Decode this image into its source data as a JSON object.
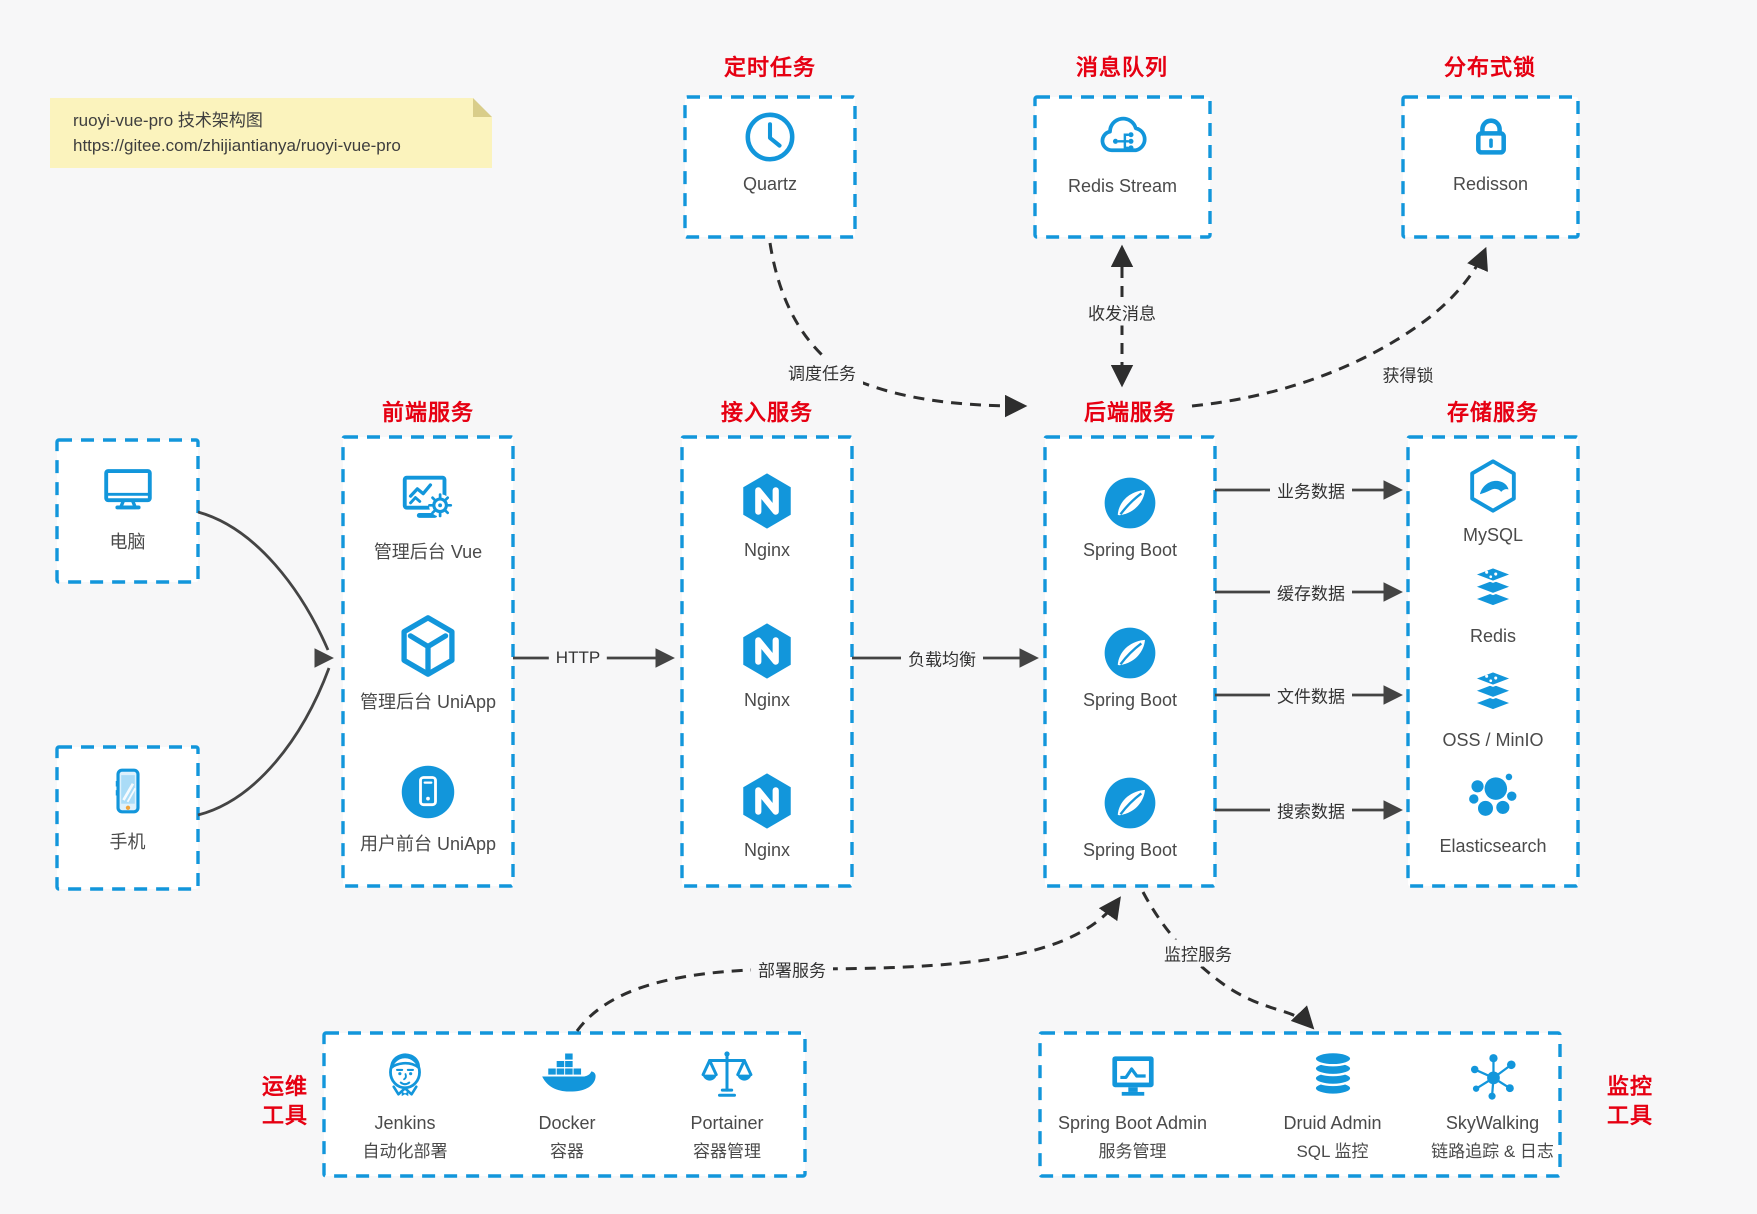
{
  "note": {
    "line1": "ruoyi-vue-pro 技术架构图",
    "line2": "https://gitee.com/zhijiantianya/ruoyi-vue-pro"
  },
  "colors": {
    "accent_blue": "#1296db",
    "title_red": "#e60012",
    "note_yellow": "#fbf3bd",
    "arrow_gray": "#444444",
    "arrow_black": "#2e2e2e",
    "background": "#f7f7f8",
    "box_fill": "#ffffff"
  },
  "top_groups": {
    "scheduler": {
      "title": "定时任务",
      "item": {
        "label": "Quartz",
        "icon": "clock-icon"
      }
    },
    "mq": {
      "title": "消息队列",
      "item": {
        "label": "Redis Stream",
        "icon": "cloud-stream-icon"
      }
    },
    "lock": {
      "title": "分布式锁",
      "item": {
        "label": "Redisson",
        "icon": "lock-icon"
      }
    }
  },
  "clients": {
    "pc": {
      "label": "电脑",
      "icon": "desktop-icon"
    },
    "mobile": {
      "label": "手机",
      "icon": "mobile-icon"
    }
  },
  "columns": {
    "frontend": {
      "title": "前端服务",
      "items": [
        {
          "label": "管理后台 Vue",
          "icon": "admin-vue-icon"
        },
        {
          "label": "管理后台 UniApp",
          "icon": "uniapp-cube-icon"
        },
        {
          "label": "用户前台 UniApp",
          "icon": "user-app-icon"
        }
      ]
    },
    "gateway": {
      "title": "接入服务",
      "items": [
        {
          "label": "Nginx",
          "icon": "nginx-icon"
        },
        {
          "label": "Nginx",
          "icon": "nginx-icon"
        },
        {
          "label": "Nginx",
          "icon": "nginx-icon"
        }
      ]
    },
    "backend": {
      "title": "后端服务",
      "items": [
        {
          "label": "Spring Boot",
          "icon": "spring-icon"
        },
        {
          "label": "Spring Boot",
          "icon": "spring-icon"
        },
        {
          "label": "Spring Boot",
          "icon": "spring-icon"
        }
      ]
    },
    "storage": {
      "title": "存储服务",
      "items": [
        {
          "label": "MySQL",
          "icon": "mysql-icon"
        },
        {
          "label": "Redis",
          "icon": "redis-stack-icon"
        },
        {
          "label": "OSS / MinIO",
          "icon": "oss-stack-icon"
        },
        {
          "label": "Elasticsearch",
          "icon": "elasticsearch-icon"
        }
      ]
    }
  },
  "bottom_groups": {
    "ops": {
      "title_line1": "运维",
      "title_line2": "工具",
      "items": [
        {
          "name": "Jenkins",
          "desc": "自动化部署",
          "icon": "jenkins-icon"
        },
        {
          "name": "Docker",
          "desc": "容器",
          "icon": "docker-icon"
        },
        {
          "name": "Portainer",
          "desc": "容器管理",
          "icon": "portainer-icon"
        }
      ]
    },
    "monitoring": {
      "title_line1": "监控",
      "title_line2": "工具",
      "items": [
        {
          "name": "Spring Boot Admin",
          "desc": "服务管理",
          "icon": "sba-icon"
        },
        {
          "name": "Druid Admin",
          "desc": "SQL 监控",
          "icon": "druid-icon"
        },
        {
          "name": "SkyWalking",
          "desc": "链路追踪 & 日志",
          "icon": "skywalking-icon"
        }
      ]
    }
  },
  "edges": {
    "clients": {
      "label": "",
      "from": "clients",
      "to": "frontend",
      "style": "solid"
    },
    "http": {
      "label": "HTTP",
      "from": "frontend",
      "to": "gateway",
      "style": "solid"
    },
    "load_balance": {
      "label": "负载均衡",
      "from": "gateway",
      "to": "backend",
      "style": "solid"
    },
    "business_data": {
      "label": "业务数据",
      "from": "backend",
      "to": "storage.mysql",
      "style": "solid"
    },
    "cache_data": {
      "label": "缓存数据",
      "from": "backend",
      "to": "storage.redis",
      "style": "solid"
    },
    "file_data": {
      "label": "文件数据",
      "from": "backend",
      "to": "storage.oss",
      "style": "solid"
    },
    "search_data": {
      "label": "搜索数据",
      "from": "backend",
      "to": "storage.elasticsearch",
      "style": "solid"
    },
    "schedule": {
      "label": "调度任务",
      "from": "scheduler",
      "to": "backend",
      "style": "dashed"
    },
    "messaging": {
      "label": "收发消息",
      "from": "mq",
      "to": "backend",
      "style": "dashed",
      "bidirectional": true
    },
    "acquire_lock": {
      "label": "获得锁",
      "from": "backend",
      "to": "lock",
      "style": "dashed"
    },
    "deploy": {
      "label": "部署服务",
      "from": "ops",
      "to": "backend",
      "style": "dashed"
    },
    "monitor": {
      "label": "监控服务",
      "from": "backend",
      "to": "monitoring",
      "style": "dashed"
    }
  }
}
